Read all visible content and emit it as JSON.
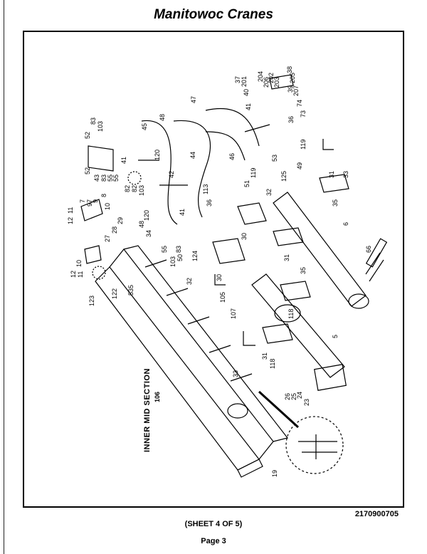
{
  "header": {
    "title": "Manitowoc Cranes"
  },
  "footer": {
    "drawing_number": "2170900705",
    "sheet_label": "(SHEET 4 OF 5)",
    "page_label": "Page 3"
  },
  "diagram": {
    "section_label": "INNER MID SECTION",
    "callouts": [
      "106",
      "5",
      "6",
      "66",
      "107",
      "105",
      "118",
      "118",
      "33",
      "33",
      "31",
      "31",
      "31",
      "35",
      "35",
      "30",
      "30",
      "32",
      "32",
      "34",
      "535",
      "122",
      "123",
      "124",
      "125",
      "119",
      "119",
      "120",
      "120",
      "113",
      "46",
      "44",
      "47",
      "48",
      "48",
      "45",
      "41",
      "41",
      "41",
      "42",
      "43",
      "52",
      "52",
      "83",
      "83",
      "83",
      "103",
      "103",
      "103",
      "55",
      "55",
      "55",
      "82",
      "82",
      "8",
      "7",
      "97",
      "9",
      "10",
      "10",
      "11",
      "12",
      "12",
      "11",
      "29",
      "28",
      "27",
      "36",
      "36",
      "38",
      "39",
      "40",
      "37",
      "201",
      "202",
      "203",
      "204",
      "205",
      "206",
      "207",
      "74",
      "73",
      "49",
      "53",
      "19",
      "23",
      "24",
      "25",
      "26",
      "50",
      "51"
    ]
  }
}
